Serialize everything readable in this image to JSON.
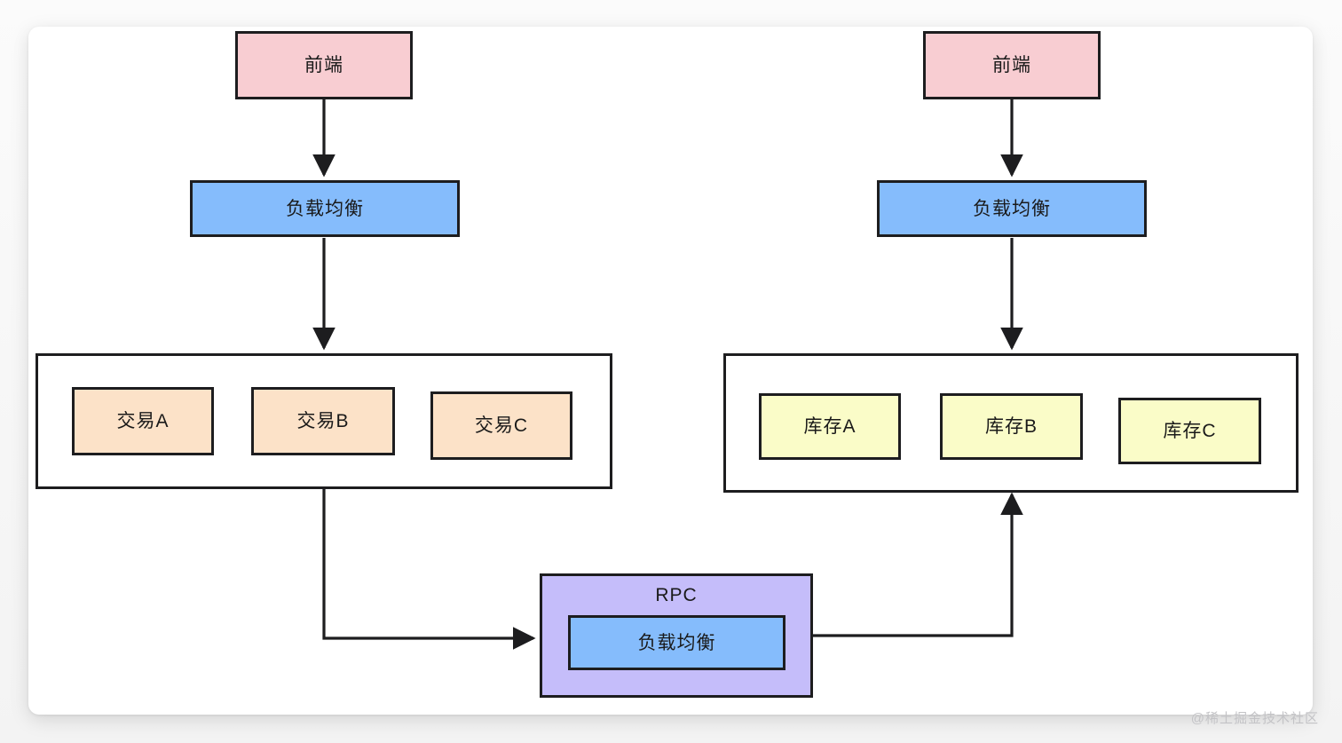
{
  "diagram": {
    "title": "",
    "colors": {
      "frontend": "#f8cdd2",
      "load_balancer": "#85bcfc",
      "transaction": "#fce2c8",
      "inventory": "#fafcc8",
      "rpc": "#c5bdfa",
      "stroke": "#1d1d1f",
      "card": "#ffffff",
      "background": "#f3f3f3",
      "watermark": "#c3c3c6"
    },
    "left_cluster": {
      "frontend": {
        "label": "前端"
      },
      "load_balancer": {
        "label": "负载均衡"
      },
      "service_group": {
        "label": "",
        "services": [
          {
            "label": "交易A"
          },
          {
            "label": "交易B"
          },
          {
            "label": "交易C"
          }
        ]
      }
    },
    "right_cluster": {
      "frontend": {
        "label": "前端"
      },
      "load_balancer": {
        "label": "负载均衡"
      },
      "service_group": {
        "label": "",
        "services": [
          {
            "label": "库存A"
          },
          {
            "label": "库存B"
          },
          {
            "label": "库存C"
          }
        ]
      }
    },
    "rpc": {
      "title": "RPC",
      "load_balancer": {
        "label": "负载均衡"
      }
    },
    "edges": [
      {
        "from": "left-frontend",
        "to": "left-load-balancer",
        "kind": "arrow-down"
      },
      {
        "from": "left-load-balancer",
        "to": "left-service-group",
        "kind": "arrow-down"
      },
      {
        "from": "left-service-group",
        "to": "rpc",
        "kind": "elbow-right-arrow"
      },
      {
        "from": "rpc",
        "to": "right-service-group",
        "kind": "elbow-up-arrow"
      },
      {
        "from": "right-frontend",
        "to": "right-load-balancer",
        "kind": "arrow-down"
      },
      {
        "from": "right-load-balancer",
        "to": "right-service-group",
        "kind": "arrow-down"
      }
    ]
  },
  "watermark": {
    "text": "@稀土掘金技术社区"
  }
}
